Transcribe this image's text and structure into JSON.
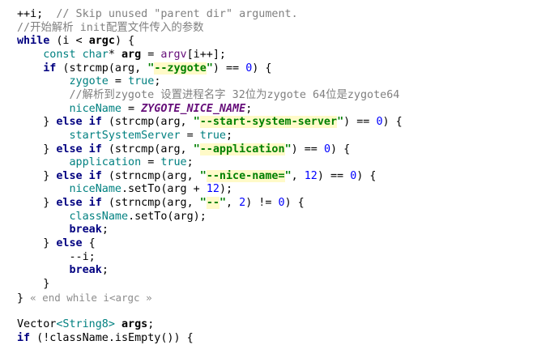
{
  "code_lines": [
    {
      "parts": [
        {
          "t": "++i;  ",
          "c": "id"
        },
        {
          "t": "// Skip unused \"parent dir\" argument.",
          "c": "cmt"
        }
      ]
    },
    {
      "parts": [
        {
          "t": "//开始解析 init配置文件传入的参数",
          "c": "cmt"
        }
      ]
    },
    {
      "parts": [
        {
          "t": "while",
          "c": "kw"
        },
        {
          "t": " (i < ",
          "c": "id"
        },
        {
          "t": "argc",
          "c": "var"
        },
        {
          "t": ") {",
          "c": "id"
        }
      ]
    },
    {
      "parts": [
        {
          "t": "    const char",
          "c": "teal"
        },
        {
          "t": "* ",
          "c": "id"
        },
        {
          "t": "arg",
          "c": "var"
        },
        {
          "t": " = ",
          "c": "id"
        },
        {
          "t": "argv",
          "c": "mag"
        },
        {
          "t": "[i++];",
          "c": "id"
        }
      ]
    },
    {
      "parts": [
        {
          "t": "    ",
          "c": "id"
        },
        {
          "t": "if",
          "c": "kw"
        },
        {
          "t": " (strcmp(arg, ",
          "c": "id"
        },
        {
          "t": "\"--zygote\"",
          "c": "str-hl"
        },
        {
          "t": ") == ",
          "c": "id"
        },
        {
          "t": "0",
          "c": "num"
        },
        {
          "t": ") {",
          "c": "id"
        }
      ]
    },
    {
      "parts": [
        {
          "t": "        zygote",
          "c": "teal"
        },
        {
          "t": " = ",
          "c": "id"
        },
        {
          "t": "true",
          "c": "teal"
        },
        {
          "t": ";",
          "c": "id"
        }
      ]
    },
    {
      "parts": [
        {
          "t": "        //解析到zygote 设置进程名字 32位为zygote 64位是zygote64",
          "c": "cmt"
        }
      ]
    },
    {
      "parts": [
        {
          "t": "        niceName",
          "c": "teal"
        },
        {
          "t": " = ",
          "c": "id"
        },
        {
          "t": "ZYGOTE_NICE_NAME",
          "c": "macro"
        },
        {
          "t": ";",
          "c": "id"
        }
      ]
    },
    {
      "parts": [
        {
          "t": "    } ",
          "c": "id"
        },
        {
          "t": "else if",
          "c": "kw"
        },
        {
          "t": " (strcmp(arg, ",
          "c": "id"
        },
        {
          "t": "\"--start-system-server\"",
          "c": "str-hl"
        },
        {
          "t": ") == ",
          "c": "id"
        },
        {
          "t": "0",
          "c": "num"
        },
        {
          "t": ") {",
          "c": "id"
        }
      ]
    },
    {
      "parts": [
        {
          "t": "        startSystemServer",
          "c": "teal"
        },
        {
          "t": " = ",
          "c": "id"
        },
        {
          "t": "true",
          "c": "teal"
        },
        {
          "t": ";",
          "c": "id"
        }
      ]
    },
    {
      "parts": [
        {
          "t": "    } ",
          "c": "id"
        },
        {
          "t": "else if",
          "c": "kw"
        },
        {
          "t": " (strcmp(arg, ",
          "c": "id"
        },
        {
          "t": "\"--application\"",
          "c": "str-hl"
        },
        {
          "t": ") == ",
          "c": "id"
        },
        {
          "t": "0",
          "c": "num"
        },
        {
          "t": ") {",
          "c": "id"
        }
      ]
    },
    {
      "parts": [
        {
          "t": "        application",
          "c": "teal"
        },
        {
          "t": " = ",
          "c": "id"
        },
        {
          "t": "true",
          "c": "teal"
        },
        {
          "t": ";",
          "c": "id"
        }
      ]
    },
    {
      "parts": [
        {
          "t": "    } ",
          "c": "id"
        },
        {
          "t": "else if",
          "c": "kw"
        },
        {
          "t": " (strncmp(arg, ",
          "c": "id"
        },
        {
          "t": "\"--nice-name=\"",
          "c": "str-hl"
        },
        {
          "t": ", ",
          "c": "id"
        },
        {
          "t": "12",
          "c": "num"
        },
        {
          "t": ") == ",
          "c": "id"
        },
        {
          "t": "0",
          "c": "num"
        },
        {
          "t": ") {",
          "c": "id"
        }
      ]
    },
    {
      "parts": [
        {
          "t": "        niceName",
          "c": "teal"
        },
        {
          "t": ".setTo(arg + ",
          "c": "id"
        },
        {
          "t": "12",
          "c": "num"
        },
        {
          "t": ");",
          "c": "id"
        }
      ]
    },
    {
      "parts": [
        {
          "t": "    } ",
          "c": "id"
        },
        {
          "t": "else if",
          "c": "kw"
        },
        {
          "t": " (strncmp(arg, ",
          "c": "id"
        },
        {
          "t": "\"--\"",
          "c": "str-hl"
        },
        {
          "t": ", ",
          "c": "id"
        },
        {
          "t": "2",
          "c": "num"
        },
        {
          "t": ") != ",
          "c": "id"
        },
        {
          "t": "0",
          "c": "num"
        },
        {
          "t": ") {",
          "c": "id"
        }
      ]
    },
    {
      "parts": [
        {
          "t": "        className",
          "c": "teal"
        },
        {
          "t": ".setTo(arg);",
          "c": "id"
        }
      ]
    },
    {
      "parts": [
        {
          "t": "        ",
          "c": "id"
        },
        {
          "t": "break",
          "c": "kw"
        },
        {
          "t": ";",
          "c": "id"
        }
      ]
    },
    {
      "parts": [
        {
          "t": "    } ",
          "c": "id"
        },
        {
          "t": "else",
          "c": "kw"
        },
        {
          "t": " {",
          "c": "id"
        }
      ]
    },
    {
      "parts": [
        {
          "t": "        --i;",
          "c": "id"
        }
      ]
    },
    {
      "parts": [
        {
          "t": "        ",
          "c": "id"
        },
        {
          "t": "break",
          "c": "kw"
        },
        {
          "t": ";",
          "c": "id"
        }
      ]
    },
    {
      "parts": [
        {
          "t": "    }",
          "c": "id"
        }
      ]
    },
    {
      "parts": [
        {
          "t": "} ",
          "c": "id"
        },
        {
          "t": "« end while i<argc »",
          "c": "fold-hint"
        }
      ]
    },
    {
      "parts": [
        {
          "t": "",
          "c": "id"
        }
      ]
    },
    {
      "parts": [
        {
          "t": "Vector",
          "c": "id"
        },
        {
          "t": "<String8>",
          "c": "teal"
        },
        {
          "t": " ",
          "c": "id"
        },
        {
          "t": "args",
          "c": "var"
        },
        {
          "t": ";",
          "c": "id"
        }
      ]
    },
    {
      "parts": [
        {
          "t": "if",
          "c": "kw"
        },
        {
          "t": " (!className.isEmpty()) {",
          "c": "id"
        }
      ]
    }
  ]
}
